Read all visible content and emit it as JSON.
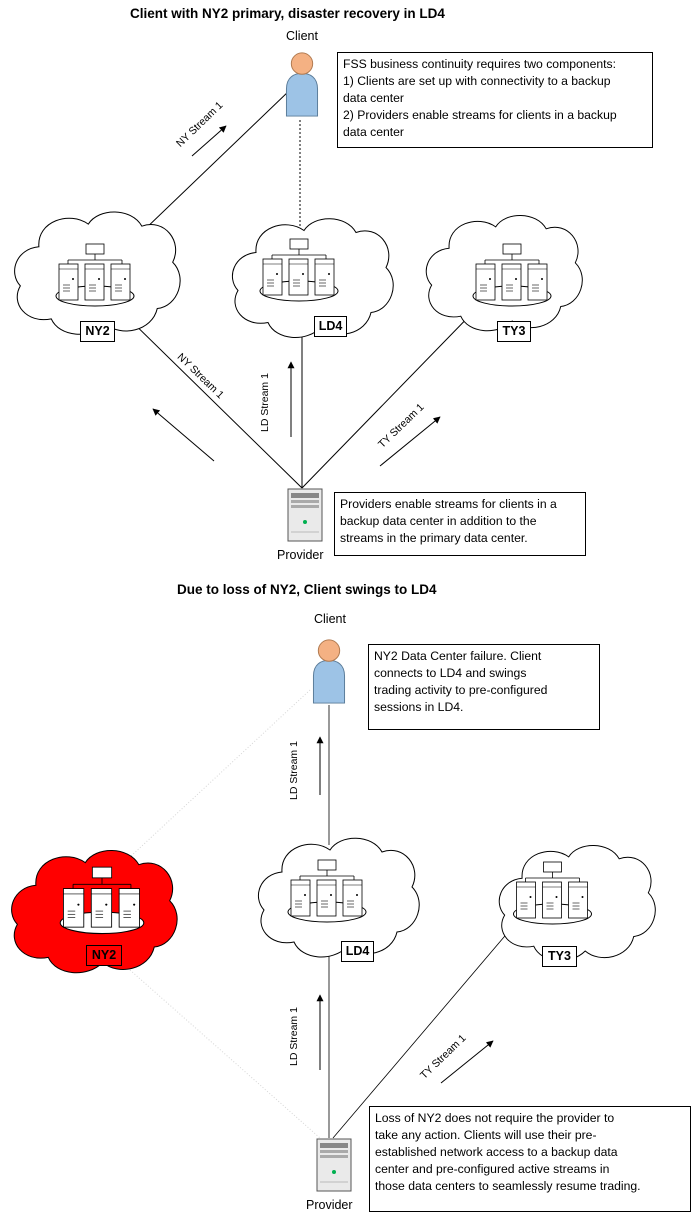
{
  "top": {
    "title": "Client with NY2 primary, disaster recovery in LD4",
    "client_label": "Client",
    "provider_label": "Provider",
    "client_note": [
      "FSS business continuity requires two components:",
      " 1) Clients are set up with connectivity to a backup",
      "data center",
      " 2) Providers enable streams for clients in a backup",
      "data center"
    ],
    "provider_note": [
      "Providers enable streams for clients in a",
      "backup  data center in addition to the",
      "streams in the primary data center."
    ],
    "dc_ny2": "NY2",
    "dc_ld4": "LD4",
    "dc_ty3": "TY3",
    "stream_ny_client": "NY Stream 1",
    "stream_ny_provider": "NY Stream 1",
    "stream_ld": "LD Stream 1",
    "stream_ty": "TY Stream 1"
  },
  "bottom": {
    "title": "Due to loss of NY2, Client swings to LD4",
    "client_label": "Client",
    "provider_label": "Provider",
    "client_note": [
      "NY2 Data Center failure. Client",
      "connects to LD4 and swings",
      "trading activity to pre-configured",
      "sessions in LD4."
    ],
    "provider_note": [
      "Loss of NY2 does not require the provider to",
      "take any action. Clients will use their pre-",
      "established network access to a backup data",
      "center and pre-configured active streams in",
      "those data centers to seamlessly resume trading."
    ],
    "dc_ny2": "NY2",
    "dc_ld4": "LD4",
    "dc_ty3": "TY3",
    "stream_ld_client": "LD Stream 1",
    "stream_ld_provider": "LD Stream 1",
    "stream_ty": "TY Stream 1"
  },
  "colors": {
    "failed_cloud": "#ff0000",
    "client_figure": "#9dc3e6",
    "client_head": "#f4b183",
    "server_green": "#00b050"
  }
}
